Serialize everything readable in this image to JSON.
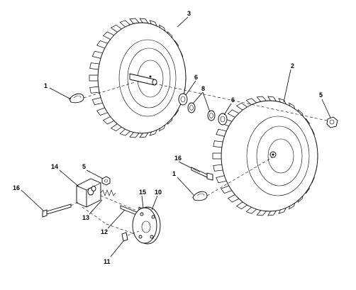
{
  "diagram": {
    "callouts": {
      "wheel_left": "3",
      "wheel_right": "2",
      "pin_left": "1",
      "pin_right": "1",
      "washer_a": "6",
      "washer_b": "6",
      "washer_c": "8",
      "nut_right": "5",
      "nut_hub": "5",
      "bolt_right": "16",
      "bolt_left": "16",
      "bracket": "14",
      "spacer": "13",
      "shaft": "12",
      "key": "15",
      "hub": "10",
      "setscrew": "11"
    }
  }
}
